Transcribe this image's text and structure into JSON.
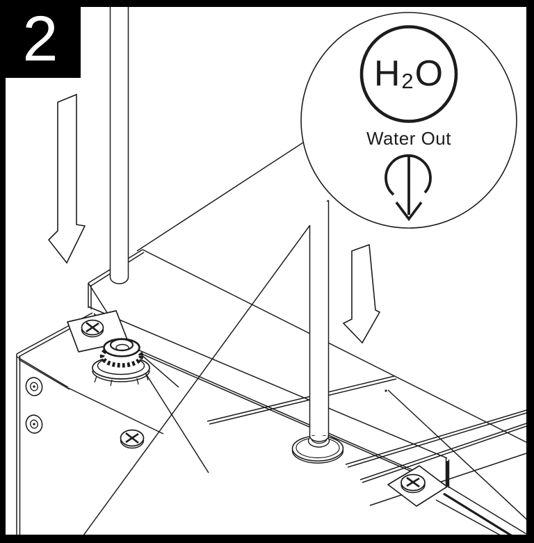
{
  "step": {
    "number": "2"
  },
  "callout": {
    "formula": {
      "h": "H",
      "subscript": "2",
      "o": "O"
    },
    "label": "Water Out"
  },
  "icons": {
    "flow_direction": "arrow-down-icon",
    "insert_left": "outline-arrow-down-icon",
    "insert_right": "outline-arrow-down-icon",
    "fasteners": "phillips-screw-icon"
  },
  "colors": {
    "ink": "#1c1c1c",
    "frame": "#000000",
    "background": "#ffffff"
  }
}
